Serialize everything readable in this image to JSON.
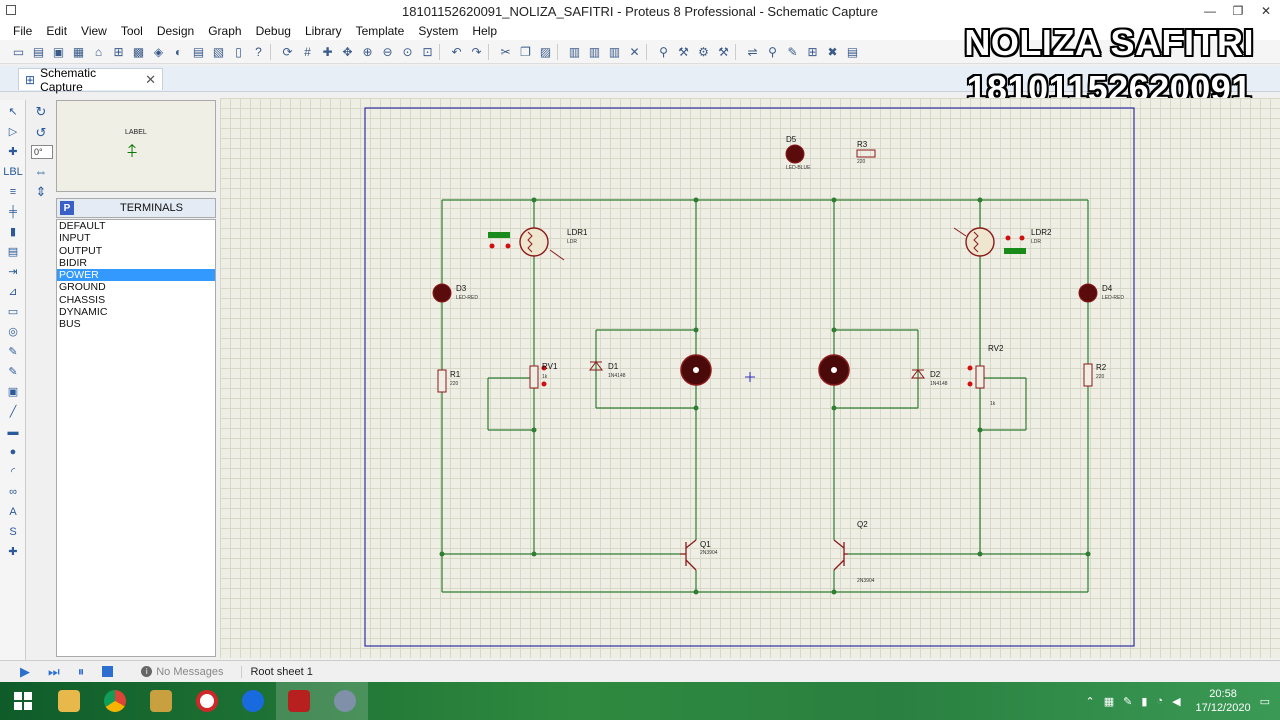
{
  "window": {
    "title": "18101152620091_NOLIZA_SAFITRI - Proteus 8 Professional - Schematic Capture",
    "minimize": "—",
    "restore": "❐",
    "close": "✕"
  },
  "menu": [
    "File",
    "Edit",
    "View",
    "Tool",
    "Design",
    "Graph",
    "Debug",
    "Library",
    "Template",
    "System",
    "Help"
  ],
  "tab": {
    "label": "Schematic Capture",
    "close": "✕"
  },
  "overlay": {
    "name": "NOLIZA SAFITRI",
    "id": "18101152620091"
  },
  "preview": {
    "label": "LABEL"
  },
  "angle": {
    "value": "0°"
  },
  "terminals": {
    "badge": "P",
    "title": "TERMINALS",
    "items": [
      "DEFAULT",
      "INPUT",
      "OUTPUT",
      "BIDIR",
      "POWER",
      "GROUND",
      "CHASSIS",
      "DYNAMIC",
      "BUS"
    ],
    "selected": "POWER"
  },
  "schematic": {
    "components": {
      "d5": "D5",
      "d5_val": "LED-BLUE",
      "r3": "R3",
      "r3_val": "220",
      "ldr1": "LDR1",
      "ldr1_val": "LDR",
      "ldr2": "LDR2",
      "ldr2_val": "LDR",
      "d3": "D3",
      "d3_val": "LED-RED",
      "d4": "D4",
      "d4_val": "LED-RED",
      "r1": "R1",
      "r1_val": "220",
      "r2": "R2",
      "r2_val": "220",
      "rv1": "RV1",
      "rv1_val": "1k",
      "rv2": "RV2",
      "rv2_val": "1k",
      "d1": "D1",
      "d1_val": "1N4148",
      "d2": "D2",
      "d2_val": "1N4148",
      "q1": "Q1",
      "q1_val": "2N3904",
      "q2": "Q2",
      "q2_val": "2N3904"
    },
    "colors": {
      "wire": "#2e7d32",
      "body": "#8b1a1a",
      "border": "#3030a0"
    }
  },
  "status": {
    "messages": "No Messages",
    "sheet": "Root sheet 1"
  },
  "taskbar": {
    "apps": [
      "windows-start",
      "file-explorer",
      "chrome",
      "app-game",
      "app-red-circle",
      "teamviewer",
      "proteus-isis",
      "proteus-app"
    ],
    "time": "20:58",
    "date": "17/12/2020"
  }
}
